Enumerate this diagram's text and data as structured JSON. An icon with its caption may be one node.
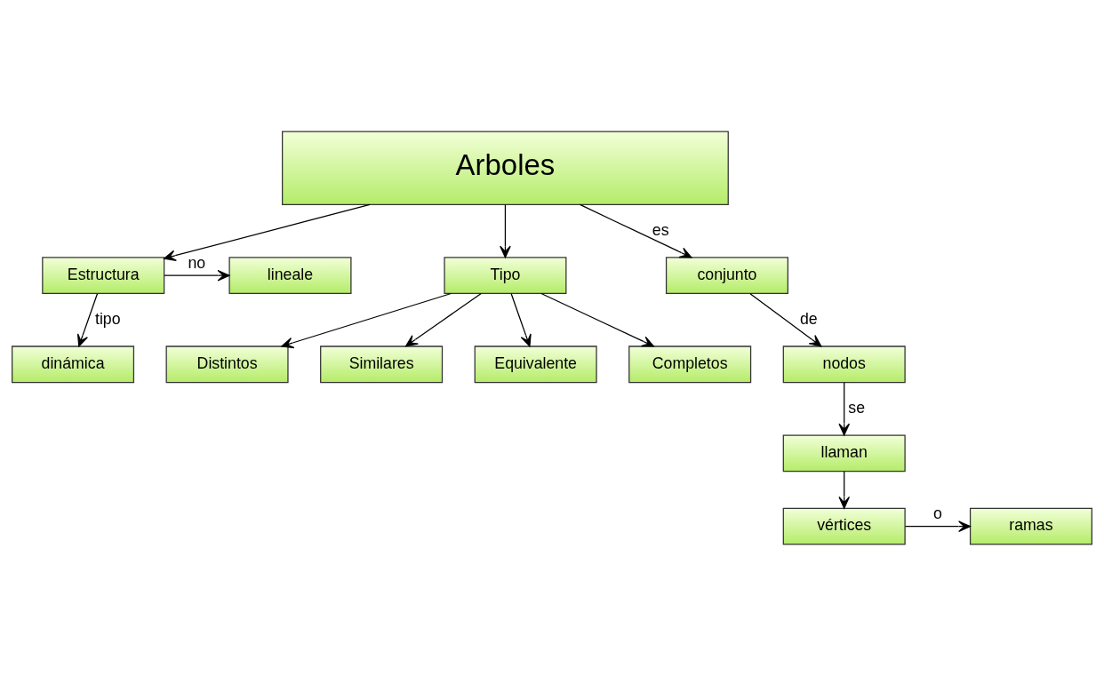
{
  "diagram": {
    "nodes": [
      {
        "text": [
          "Arboles"
        ]
      },
      {
        "text": [
          "Estructura"
        ]
      },
      {
        "text": [
          "lineale"
        ]
      },
      {
        "text": [
          "Tipo"
        ]
      },
      {
        "text": [
          "dinámica"
        ]
      },
      {
        "text": [
          "conjunto"
        ]
      },
      {
        "text": [
          "Distintos"
        ]
      },
      {
        "text": [
          "Similares"
        ]
      },
      {
        "text": [
          "nodos"
        ]
      },
      {
        "text": [
          "Equivalente"
        ]
      },
      {
        "text": [
          "Completos"
        ]
      },
      {
        "text": [
          "llaman"
        ]
      },
      {
        "text": [
          "ramas"
        ]
      },
      {
        "text": [
          "vértices"
        ]
      }
    ],
    "edges": [
      {
        "from": 0,
        "to": 1,
        "arrow": "to"
      },
      {
        "from": 0,
        "to": 5,
        "arrow": "to",
        "label": "es"
      },
      {
        "from": 0,
        "to": 3,
        "arrow": "to"
      },
      {
        "from": 1,
        "to": 2,
        "arrow": "to",
        "label": "no"
      },
      {
        "from": 1,
        "to": 4,
        "arrow": "to",
        "label": "tipo"
      },
      {
        "from": 5,
        "to": 8,
        "arrow": "to",
        "label": "de"
      },
      {
        "from": 8,
        "to": 11,
        "arrow": "to",
        "label": "se"
      },
      {
        "from": 11,
        "to": 13,
        "arrow": "to"
      },
      {
        "from": 13,
        "to": 12,
        "arrow": "to",
        "label": "o"
      },
      {
        "from": 3,
        "to": 6,
        "arrow": "to"
      },
      {
        "from": 3,
        "to": 9,
        "arrow": "to"
      },
      {
        "from": 3,
        "to": 10,
        "arrow": "to"
      },
      {
        "from": 3,
        "to": 7,
        "arrow": "to"
      }
    ]
  }
}
